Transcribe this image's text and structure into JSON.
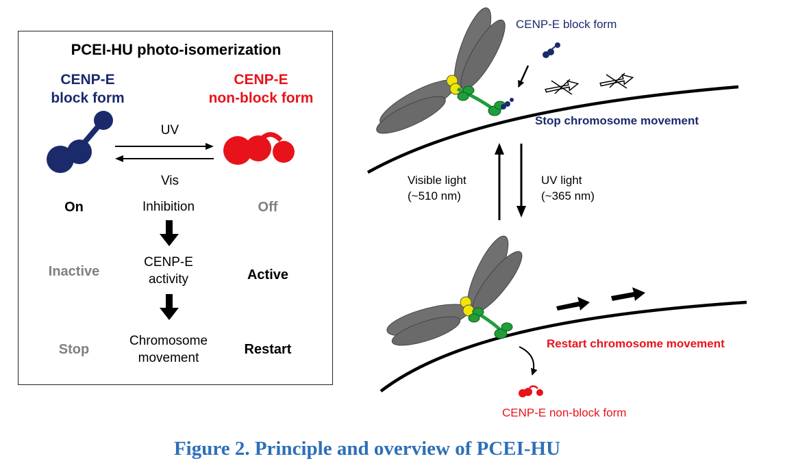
{
  "principle": {
    "title": "PCEI-HU photo-isomerization",
    "block_form_label_line1": "CENP-E",
    "block_form_label_line2": "block form",
    "nonblock_form_label_line1": "CENP-E",
    "nonblock_form_label_line2": "non-block form",
    "forward_light": "UV",
    "reverse_light": "Vis",
    "rows": [
      {
        "left": "On",
        "middle": "Inhibition",
        "right": "Off"
      },
      {
        "left": "Inactive",
        "middle_line1": "CENP-E",
        "middle_line2": "activity",
        "right": "Active"
      },
      {
        "left": "Stop",
        "middle_line1": "Chromosome",
        "middle_line2": "movement",
        "right": "Restart"
      }
    ]
  },
  "overview": {
    "top_compound_label": "CENP-E block form",
    "stop_label": "Stop chromosome movement",
    "visible_light_label_line1": "Visible light",
    "visible_light_label_line2": "(~510 nm)",
    "uv_light_label_line1": "UV light",
    "uv_light_label_line2": "(~365 nm)",
    "restart_label": "Restart chromosome movement",
    "bottom_compound_label": "CENP-E non-block form"
  },
  "caption": "Figure 2. Principle and overview of PCEI-HU",
  "colors": {
    "block_form": "#1b2a6b",
    "nonblock_form": "#e8131a",
    "inactive_text": "#808080",
    "caption": "#2e6fb7",
    "motor_wings": "#707070",
    "motor_neck": "#f2e600",
    "motor_feet": "#1f9e3a"
  }
}
